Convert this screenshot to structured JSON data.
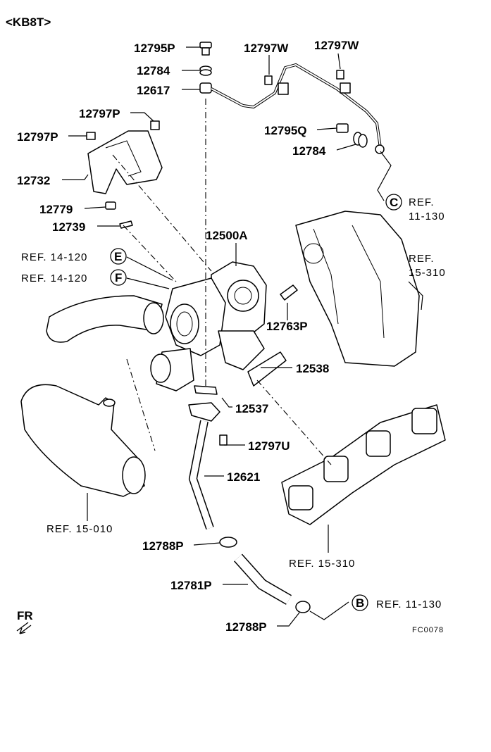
{
  "header": "<KB8T>",
  "labels": {
    "p12795P": "12795P",
    "p12784a": "12784",
    "p12617": "12617",
    "p12797Wa": "12797W",
    "p12797Wb": "12797W",
    "p12797Pa": "12797P",
    "p12797Pb": "12797P",
    "p12795Q": "12795Q",
    "p12784b": "12784",
    "p12732": "12732",
    "p12779": "12779",
    "p12739": "12739",
    "p12500A": "12500A",
    "p12763P": "12763P",
    "p12538": "12538",
    "p12537": "12537",
    "p12797U": "12797U",
    "p12621": "12621",
    "p12788Pa": "12788P",
    "p12781P": "12781P",
    "p12788Pb": "12788P"
  },
  "refs": {
    "refC_line1": "REF.",
    "refC_line2": "11-130",
    "ref15310a_line1": "REF.",
    "ref15310a_line2": "15-310",
    "refE": "REF. 14-120",
    "refF": "REF. 14-120",
    "ref15010": "REF. 15-010",
    "ref15310b": "REF. 15-310",
    "refB": "REF. 11-130"
  },
  "circles": {
    "c": "C",
    "e": "E",
    "f": "F",
    "b": "B"
  },
  "fr": "FR",
  "figure_code": "FC0078"
}
